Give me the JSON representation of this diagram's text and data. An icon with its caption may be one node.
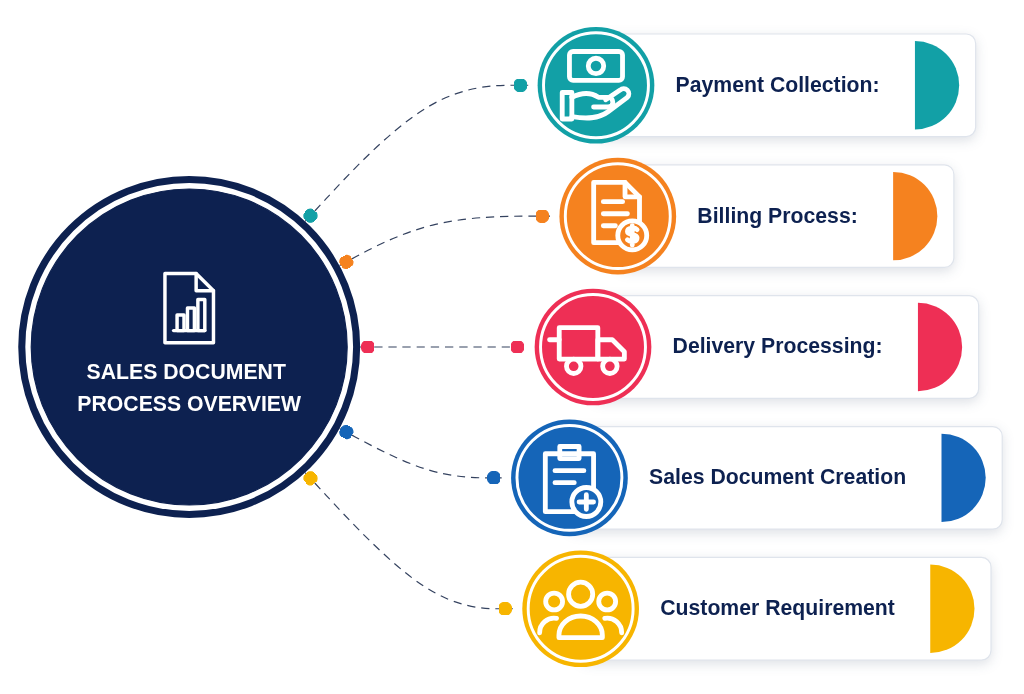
{
  "diagram": {
    "nodes": [
      {
        "text": [
          "SALES DOCUMENT PROCESS OVERVIEW"
        ]
      },
      {
        "text": [
          "Payment Collection:"
        ]
      },
      {
        "text": [
          "Billing Process:"
        ]
      },
      {
        "text": [
          "Delivery Processing:"
        ]
      },
      {
        "text": [
          "Sales Document Creation"
        ]
      },
      {
        "text": [
          "Customer Requirement"
        ]
      }
    ],
    "edges": [
      {
        "from": 0,
        "to": 1,
        "arrow": "other",
        "style": "dashed"
      },
      {
        "from": 0,
        "to": 2,
        "arrow": "other",
        "style": "dashed"
      },
      {
        "from": 0,
        "to": 3,
        "arrow": "other",
        "style": "dashed"
      },
      {
        "from": 0,
        "to": 4,
        "arrow": "other",
        "style": "dashed"
      },
      {
        "from": 0,
        "to": 5,
        "arrow": "other",
        "style": "dashed"
      }
    ]
  }
}
